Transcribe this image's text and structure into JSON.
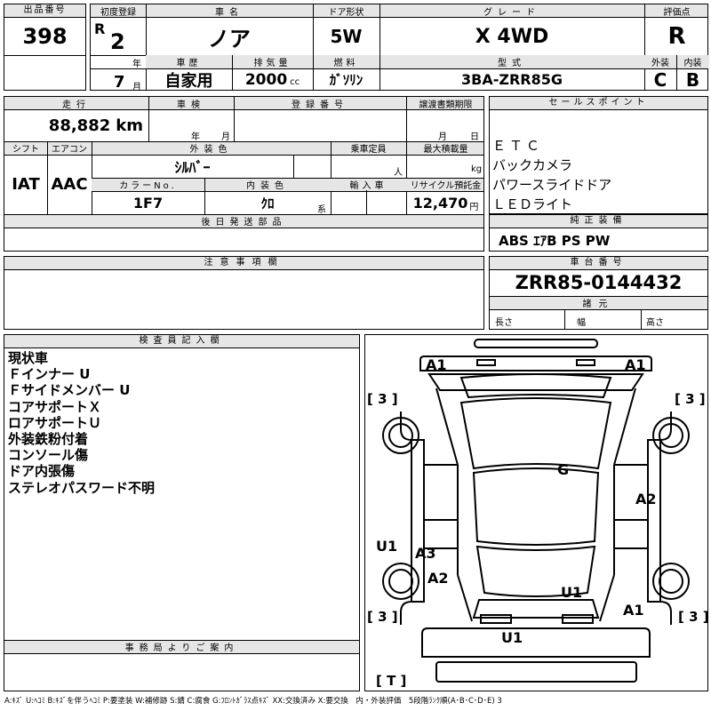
{
  "header_row": {
    "lot_no": {
      "label": "出品番号",
      "value": "398"
    },
    "first_reg": {
      "label": "初度登録",
      "era": "R",
      "year": "2",
      "year_unit": "年",
      "month": "7",
      "month_unit": "月"
    },
    "car_name": {
      "label": "車名",
      "value": "ノア"
    },
    "door": {
      "label": "ドア形状",
      "value": "5W"
    },
    "grade": {
      "label": "グレード",
      "value": "X 4WD"
    },
    "score": {
      "label": "評価点",
      "value": "R"
    },
    "history": {
      "label": "車歴",
      "value": "自家用"
    },
    "displacement": {
      "label": "排気量",
      "value": "2000",
      "unit": "cc"
    },
    "fuel": {
      "label": "燃料",
      "value": "ｶﾞｿﾘﾝ"
    },
    "model": {
      "label": "型式",
      "value": "3BA-ZRR85G"
    },
    "exterior": {
      "label": "外装",
      "value": "C"
    },
    "interior": {
      "label": "内装",
      "value": "B"
    }
  },
  "second_row": {
    "mileage": {
      "label": "走行",
      "value": "88,882",
      "unit": "km"
    },
    "inspection": {
      "label": "車検",
      "year_unit": "年",
      "month_unit": "月"
    },
    "reg_no": {
      "label": "登録番号"
    },
    "transfer": {
      "label": "譲渡書類期限",
      "month_unit": "月",
      "day_unit": "日"
    },
    "shift": {
      "label": "シフト",
      "value": "IAT"
    },
    "aircon": {
      "label": "エアコン",
      "value": "AAC"
    },
    "ext_color": {
      "label": "外装色",
      "value": "ｼﾙﾊﾞｰ"
    },
    "capacity": {
      "label": "乗車定員",
      "unit": "人"
    },
    "max_load": {
      "label": "最大積載量",
      "unit": "kg"
    },
    "color_no": {
      "label": "カラーNo.",
      "value": "1F7"
    },
    "int_color": {
      "label": "内装色",
      "value": "ｸﾛ",
      "unit": "系"
    },
    "import": {
      "label": "輸入車"
    },
    "recycle": {
      "label": "リサイクル預託金",
      "value": "12,470",
      "unit": "円"
    },
    "later_parts": {
      "label": "後日発送部品"
    },
    "notes": {
      "label": "注意事項欄"
    }
  },
  "sales_points": {
    "label": "セールスポイント",
    "items": [
      "ＥＴＣ",
      "バックカメラ",
      "パワースライドドア",
      "ＬＥＤライト"
    ]
  },
  "equipment": {
    "label": "純正装備",
    "value": "ABS ｴｱB PS PW"
  },
  "chassis": {
    "label": "車台番号",
    "value": "ZRR85-0144432"
  },
  "specs": {
    "label": "諸元",
    "length": "長さ",
    "width": "幅",
    "height": "高さ"
  },
  "inspector": {
    "label": "検査員記入欄",
    "lines": [
      "現状車",
      "Ｆインナー U",
      "Ｆサイドメンバー U",
      "コアサポートＸ",
      "ロアサポートＵ",
      "外装鉄粉付着",
      "コンソール傷",
      "ドア内張傷",
      "ステレオパスワード不明"
    ]
  },
  "office": {
    "label": "事務局よりご案内"
  },
  "diagram_marks": {
    "a1_front_left": "A1",
    "a1_front_right": "A1",
    "tire_fl": "[ 3 ]",
    "tire_fr": "[ 3 ]",
    "g_windshield": "G",
    "a2_right": "A2",
    "u1_left": "U1",
    "a3_left": "A3",
    "a2_left": "A2",
    "u1_rear": "U1",
    "a1_rear_right": "A1",
    "tire_rl": "[ 3 ]",
    "tire_rr": "[ 3 ]",
    "u1_bumper": "U1",
    "spare": "[ T ]"
  },
  "legend": "A:ｷｽﾞ U:ﾍｺﾐ B:ｷｽﾞを伴うﾍｺﾐ P:要塗装 W:補修跡 S:錆 C:腐食 G:ﾌﾛﾝﾄｶﾞﾗｽ点ｷｽﾞ XX:交換済み X:要交換　内・外装評価　5段階ﾗﾝｸ順(A･B･C･D･E) 3"
}
